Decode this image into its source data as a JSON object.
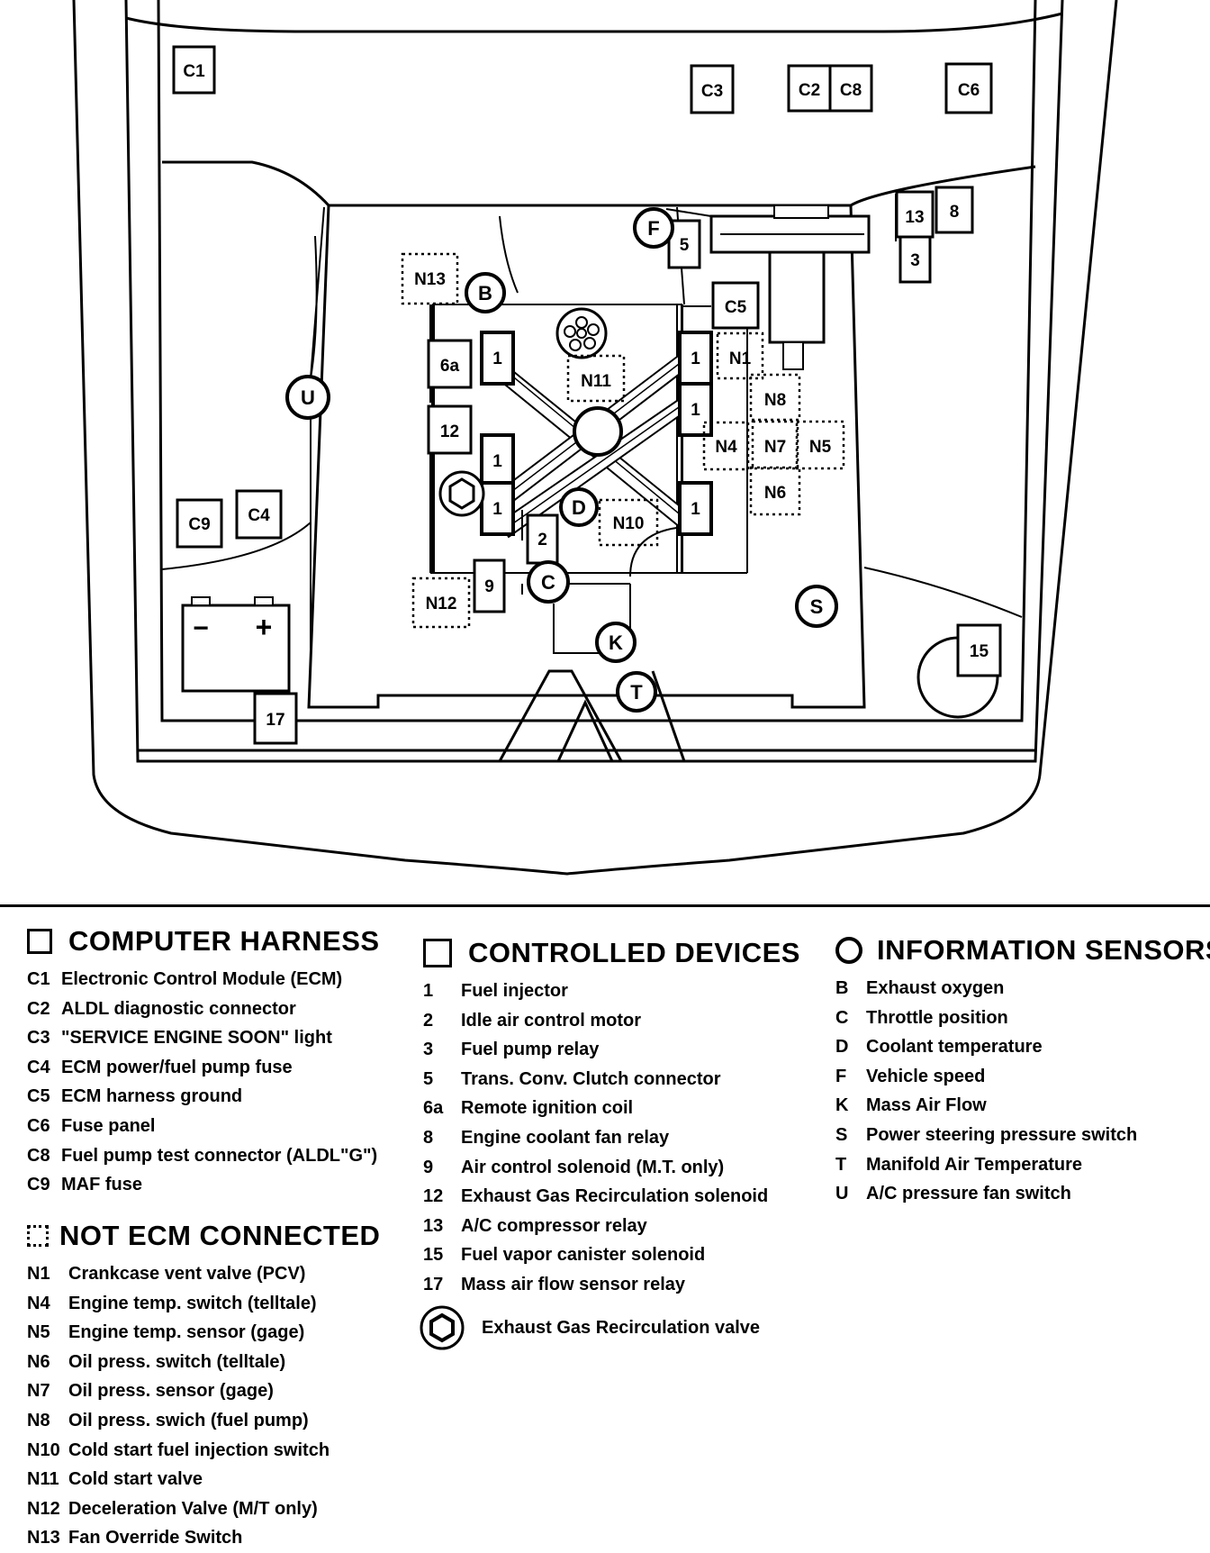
{
  "diagram": {
    "components": {
      "C1": "C1",
      "C2": "C2",
      "C3": "C3",
      "C4": "C4",
      "C5": "C5",
      "C6": "C6",
      "C8": "C8",
      "C9": "C9",
      "d1": "1",
      "d2": "2",
      "d3": "3",
      "d5": "5",
      "d6a": "6a",
      "d8": "8",
      "d9": "9",
      "d12": "12",
      "d13": "13",
      "d15": "15",
      "d17": "17",
      "N1": "N1",
      "N4": "N4",
      "N5": "N5",
      "N6": "N6",
      "N7": "N7",
      "N8": "N8",
      "N10": "N10",
      "N11": "N11",
      "N12": "N12",
      "N13": "N13",
      "sB": "B",
      "sC": "C",
      "sD": "D",
      "sF": "F",
      "sK": "K",
      "sS": "S",
      "sT": "T",
      "sU": "U",
      "battery_minus": "−",
      "battery_plus": "+"
    }
  },
  "legend": {
    "computer_harness": {
      "title": "COMPUTER HARNESS",
      "items": [
        {
          "code": "C1",
          "label": "Electronic Control Module (ECM)"
        },
        {
          "code": "C2",
          "label": "ALDL diagnostic connector"
        },
        {
          "code": "C3",
          "label": "\"SERVICE ENGINE SOON\" light"
        },
        {
          "code": "C4",
          "label": "ECM power/fuel pump fuse"
        },
        {
          "code": "C5",
          "label": "ECM harness ground"
        },
        {
          "code": "C6",
          "label": "Fuse panel"
        },
        {
          "code": "C8",
          "label": "Fuel pump test connector (ALDL\"G\")"
        },
        {
          "code": "C9",
          "label": "MAF fuse"
        }
      ]
    },
    "not_ecm_connected": {
      "title": "NOT ECM CONNECTED",
      "items": [
        {
          "code": "N1",
          "label": "Crankcase vent valve (PCV)"
        },
        {
          "code": "N4",
          "label": "Engine temp. switch (telltale)"
        },
        {
          "code": "N5",
          "label": "Engine temp. sensor (gage)"
        },
        {
          "code": "N6",
          "label": "Oil press. switch (telltale)"
        },
        {
          "code": "N7",
          "label": "Oil press. sensor (gage)"
        },
        {
          "code": "N8",
          "label": "Oil press. swich (fuel pump)"
        },
        {
          "code": "N10",
          "label": "Cold start fuel injection switch"
        },
        {
          "code": "N11",
          "label": "Cold start valve"
        },
        {
          "code": "N12",
          "label": "Deceleration Valve (M/T only)"
        },
        {
          "code": "N13",
          "label": "Fan Override Switch"
        }
      ]
    },
    "controlled_devices": {
      "title": "CONTROLLED DEVICES",
      "items": [
        {
          "code": "1",
          "label": "Fuel injector"
        },
        {
          "code": "2",
          "label": "Idle air control motor"
        },
        {
          "code": "3",
          "label": "Fuel pump relay"
        },
        {
          "code": "5",
          "label": "Trans. Conv. Clutch connector"
        },
        {
          "code": "6a",
          "label": "Remote ignition coil"
        },
        {
          "code": "8",
          "label": "Engine coolant fan relay"
        },
        {
          "code": "9",
          "label": "Air control solenoid (M.T. only)"
        },
        {
          "code": "12",
          "label": "Exhaust Gas Recirculation solenoid"
        },
        {
          "code": "13",
          "label": "A/C compressor relay"
        },
        {
          "code": "15",
          "label": "Fuel vapor canister solenoid"
        },
        {
          "code": "17",
          "label": "Mass air flow sensor relay"
        }
      ],
      "egr_valve": "Exhaust Gas Recirculation valve"
    },
    "information_sensors": {
      "title": "INFORMATION SENSORS",
      "items": [
        {
          "code": "B",
          "label": "Exhaust oxygen"
        },
        {
          "code": "C",
          "label": "Throttle position"
        },
        {
          "code": "D",
          "label": "Coolant temperature"
        },
        {
          "code": "F",
          "label": "Vehicle speed"
        },
        {
          "code": "K",
          "label": "Mass Air Flow"
        },
        {
          "code": "S",
          "label": "Power steering pressure switch"
        },
        {
          "code": "T",
          "label": "Manifold Air Temperature"
        },
        {
          "code": "U",
          "label": "A/C pressure fan switch"
        }
      ]
    }
  }
}
